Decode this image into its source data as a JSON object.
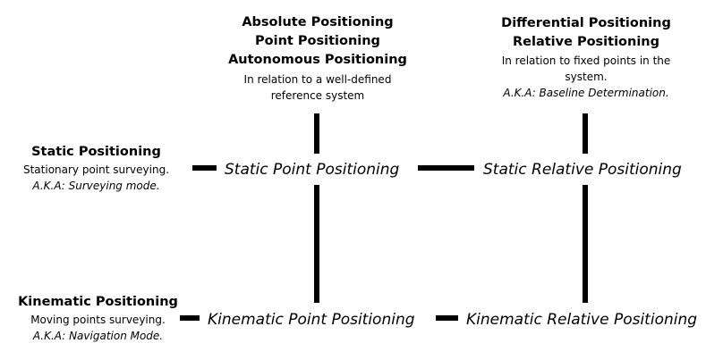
{
  "column_headers": {
    "absolute": {
      "titles": [
        "Absolute Positioning",
        "Point Positioning",
        "Autonomous Positioning"
      ],
      "description": "In relation to a well-defined reference system"
    },
    "differential": {
      "titles": [
        "Differential Positioning",
        "Relative Positioning"
      ],
      "description": "In relation to fixed points in the system.",
      "aka": "A.K.A: Baseline Determination."
    }
  },
  "row_headers": {
    "static": {
      "title": "Static Positioning",
      "description": "Stationary point surveying.",
      "aka": "A.K.A: Surveying mode."
    },
    "kinematic": {
      "title": "Kinematic Positioning",
      "description": "Moving points surveying.",
      "aka": "A.K.A: Navigation Mode."
    }
  },
  "cells": {
    "static_point": "Static Point Positioning",
    "static_relative": "Static Relative Positioning",
    "kinematic_point": "Kinematic Point Positioning",
    "kinematic_relative": "Kinematic Relative Positioning"
  },
  "colors": {
    "text": "#000000",
    "connector": "#000000",
    "background": "#ffffff"
  }
}
